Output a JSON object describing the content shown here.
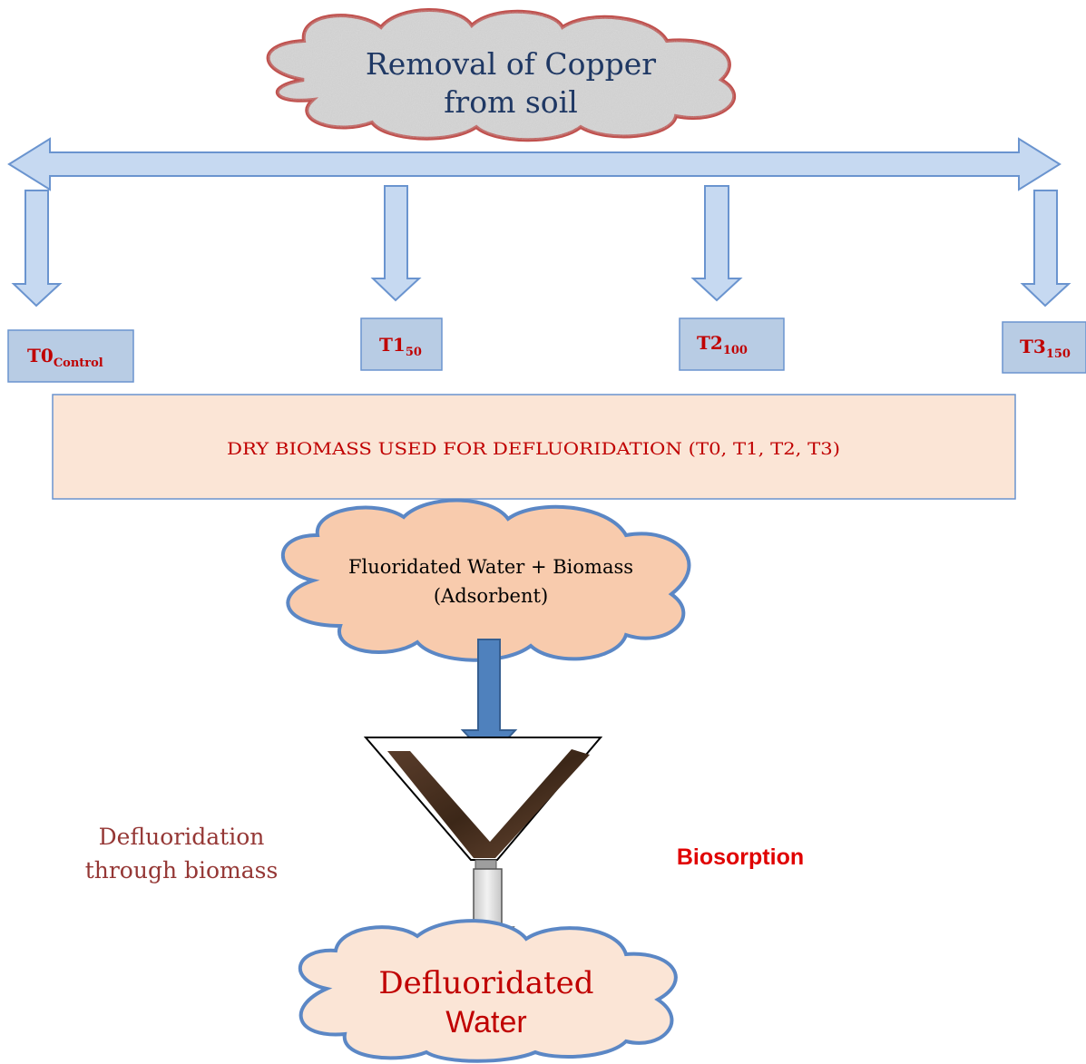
{
  "title": {
    "line1": "Removal of Copper",
    "line2": "from soil"
  },
  "treatments": [
    {
      "main": "T0",
      "sub": "Control"
    },
    {
      "main": "T1",
      "sub": "50"
    },
    {
      "main": "T2",
      "sub": "100"
    },
    {
      "main": "T3",
      "sub": "150"
    }
  ],
  "biomass_box": {
    "label": "DRY BIOMASS USED FOR DEFLUORIDATION (T0, T1, T2, T3)"
  },
  "mixture_cloud": {
    "line1": "Fluoridated Water + Biomass",
    "line2": "(Adsorbent)"
  },
  "side_labels": {
    "left_line1": "Defluoridation",
    "left_line2": "through biomass",
    "right": "Biosorption"
  },
  "output_cloud": {
    "line1": "Defluoridated",
    "line2": "Water"
  },
  "colors": {
    "arrow_fill": "#c6d9f1",
    "arrow_stroke": "#6a94cf",
    "treatment_fill": "#b8cce4",
    "treatment_text": "#c00000",
    "biomass_fill": "#fbe5d6",
    "biomass_text": "#c00000",
    "title_text": "#1f3864",
    "title_cloud_stroke": "#c0504d",
    "mixture_cloud_fill": "#f8cbad",
    "cloud_stroke": "#5b87c5",
    "output_cloud_fill": "#fbe5d6",
    "output_text": "#c00000",
    "left_label": "#953735",
    "right_label": "#e00000",
    "funnel_media": "#4a3224",
    "down_arrow": "#4f81bd"
  }
}
